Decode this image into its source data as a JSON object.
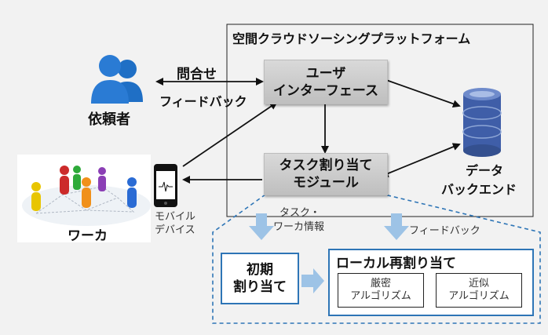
{
  "platform": {
    "title": "空間クラウドソーシングプラットフォーム"
  },
  "user_interface": {
    "line1": "ユーザ",
    "line2": "インターフェース"
  },
  "task_module": {
    "line1": "タスク割り当て",
    "line2": "モジュール"
  },
  "database": {
    "line1": "データ",
    "line2": "バックエンド",
    "icon": "database-icon"
  },
  "requester": {
    "label": "依頼者",
    "icon": "users-icon"
  },
  "arrows": {
    "inquiry": "問合せ",
    "feedback_top": "フィードバック",
    "task_info_line1": "タスク・",
    "task_info_line2": "ワーカ情報",
    "feedback_bottom": "フィードバック"
  },
  "worker": {
    "label": "ワーカ"
  },
  "mobile": {
    "line1": "モバイル",
    "line2": "デバイス",
    "icon": "smartphone-icon"
  },
  "detail": {
    "initial": {
      "line1": "初期",
      "line2": "割り当て"
    },
    "local": {
      "title": "ローカル再割り当て",
      "exact": {
        "line1": "厳密",
        "line2": "アルゴリズム"
      },
      "approx": {
        "line1": "近似",
        "line2": "アルゴリズム"
      }
    }
  },
  "colors": {
    "accent": "#2e75b6",
    "person_blue": "#1f6fc5",
    "db_blue": "#3f5ea8",
    "light_arrow": "#9dc3e6"
  }
}
